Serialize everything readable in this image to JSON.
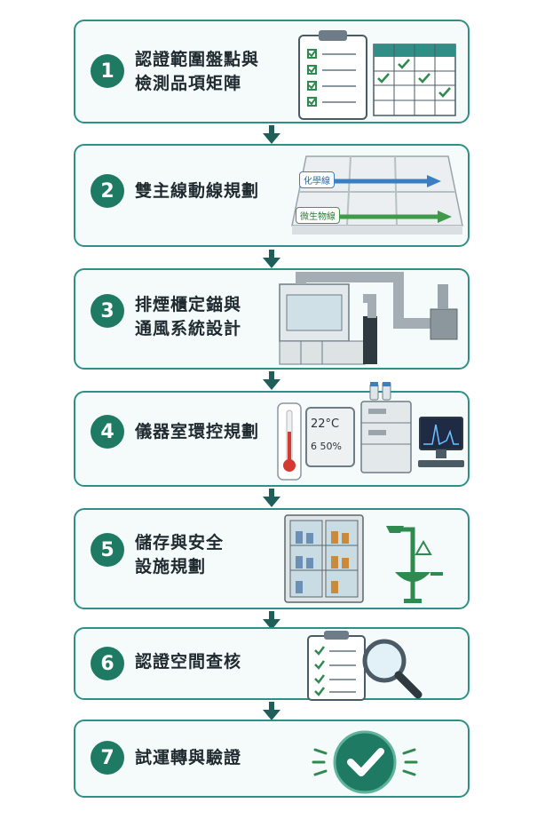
{
  "steps": [
    {
      "number": "1",
      "lines": [
        "認證範圍盤點與",
        "檢測品項矩陣"
      ]
    },
    {
      "number": "2",
      "lines": [
        "雙主線動線規劃"
      ]
    },
    {
      "number": "3",
      "lines": [
        "排煙櫃定錨與",
        "通風系統設計"
      ]
    },
    {
      "number": "4",
      "lines": [
        "儀器室環控規劃"
      ]
    },
    {
      "number": "5",
      "lines": [
        "儲存與安全",
        "設施規劃"
      ]
    },
    {
      "number": "6",
      "lines": [
        "認證空間查核"
      ]
    },
    {
      "number": "7",
      "lines": [
        "試運轉與驗證"
      ]
    }
  ],
  "flow_labels": {
    "chemistry": "化學線",
    "microbiology": "微生物線"
  },
  "env_display": {
    "temperature": "22°C",
    "humidity": "6 50%"
  },
  "colors": {
    "accent": "#1e7a63",
    "border": "#2f8f86",
    "chem_arrow": "#3a7fc4",
    "micro_arrow": "#3f9a4a"
  }
}
